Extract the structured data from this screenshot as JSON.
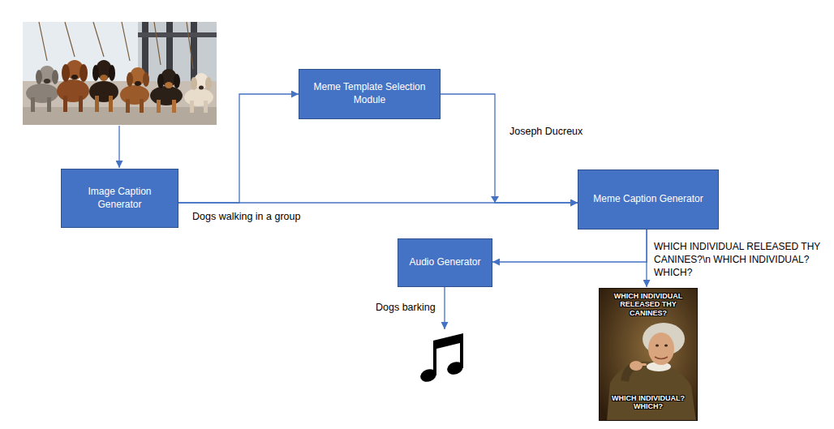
{
  "diagram": {
    "nodes": [
      {
        "text": [
          "Meme Template Selection Module"
        ]
      },
      {
        "text": [
          "Image Caption Generator"
        ]
      },
      {
        "text": [
          "Meme Caption Generator"
        ]
      },
      {
        "text": [
          "Audio Generator"
        ]
      }
    ],
    "edges": [
      {
        "from": 1,
        "to": 0,
        "arrow": "to"
      },
      {
        "from": 1,
        "to": 2,
        "arrow": "to",
        "label": "Dogs walking in a group"
      },
      {
        "from": 0,
        "to": 2,
        "arrow": "to",
        "label": "Joseph Ducreux"
      },
      {
        "from": 2,
        "to": 3,
        "arrow": "to"
      }
    ],
    "labels": [
      "WHICH INDIVIDUAL RELEASED THY CANINES?\\n WHICH INDIVIDUAL? WHICH?",
      "Dogs barking",
      "WHICH INDIVIDUAL RELEASED THY CANINES?",
      "WHICH INDIVIDUAL? WHICH?"
    ]
  }
}
